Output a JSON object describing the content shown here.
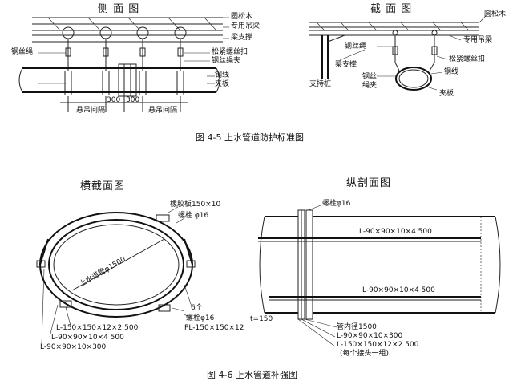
{
  "fig45": {
    "side_title": "侧 面 图",
    "section_title": "截 面 图",
    "side_labels": {
      "round_pine": "圆松木",
      "hanger_beam": "专用吊梁",
      "beam_support": "梁支撑",
      "wire_rope": "钢丝绳",
      "wire_clamp_bolt": "松紧螺丝扣",
      "wire_rope_clamp": "钢丝绳夹",
      "steel_wire": "钢线",
      "clamp_plate": "夹板",
      "dim_300a": "300",
      "dim_300b": "300",
      "spacing_left": "悬吊间隔",
      "spacing_right": "悬吊间隔"
    },
    "section_labels": {
      "round_pine": "圆松木",
      "hanger_beam": "专用吊梁",
      "wire_rope": "钢丝绳",
      "wire_clamp_bolt": "松紧螺丝扣",
      "beam_support": "梁支撑",
      "steel_wire": "钢线",
      "support_pile": "支持桩",
      "wire_rope_clamp_1": "钢丝",
      "wire_rope_clamp_2": "绳夹",
      "clamp_plate": "夹板"
    },
    "caption": "图 4-5  上水管道防护标准图"
  },
  "fig46": {
    "cross_title": "横截面图",
    "long_title": "纵剖面图",
    "cross_labels": {
      "rubber_plate": "橡胶板150×10",
      "bolt_top": "螺栓 φ16",
      "pipe_dia": "上水道管φ1500",
      "six_pcs": "6个",
      "bolt_bottom": "螺栓φ16",
      "pl_plate": "PL-150×150×12",
      "angle_1": "L-150×150×12×2 500",
      "angle_2": "L-90×90×10×4 500",
      "angle_3": "L-90×90×10×300"
    },
    "long_labels": {
      "bolt": "螺栓φ16",
      "angle_top": "L-90×90×10×4 500",
      "angle_bottom": "L-90×90×10×4 500",
      "thickness": "t=150",
      "pipe_inner": "管内径1500",
      "angle_short": "L-90×90×10×300",
      "angle_long": "L-150×150×12×2 500",
      "note": "(每个接头一组)"
    },
    "caption": "图 4-6  上水管道补强图"
  }
}
